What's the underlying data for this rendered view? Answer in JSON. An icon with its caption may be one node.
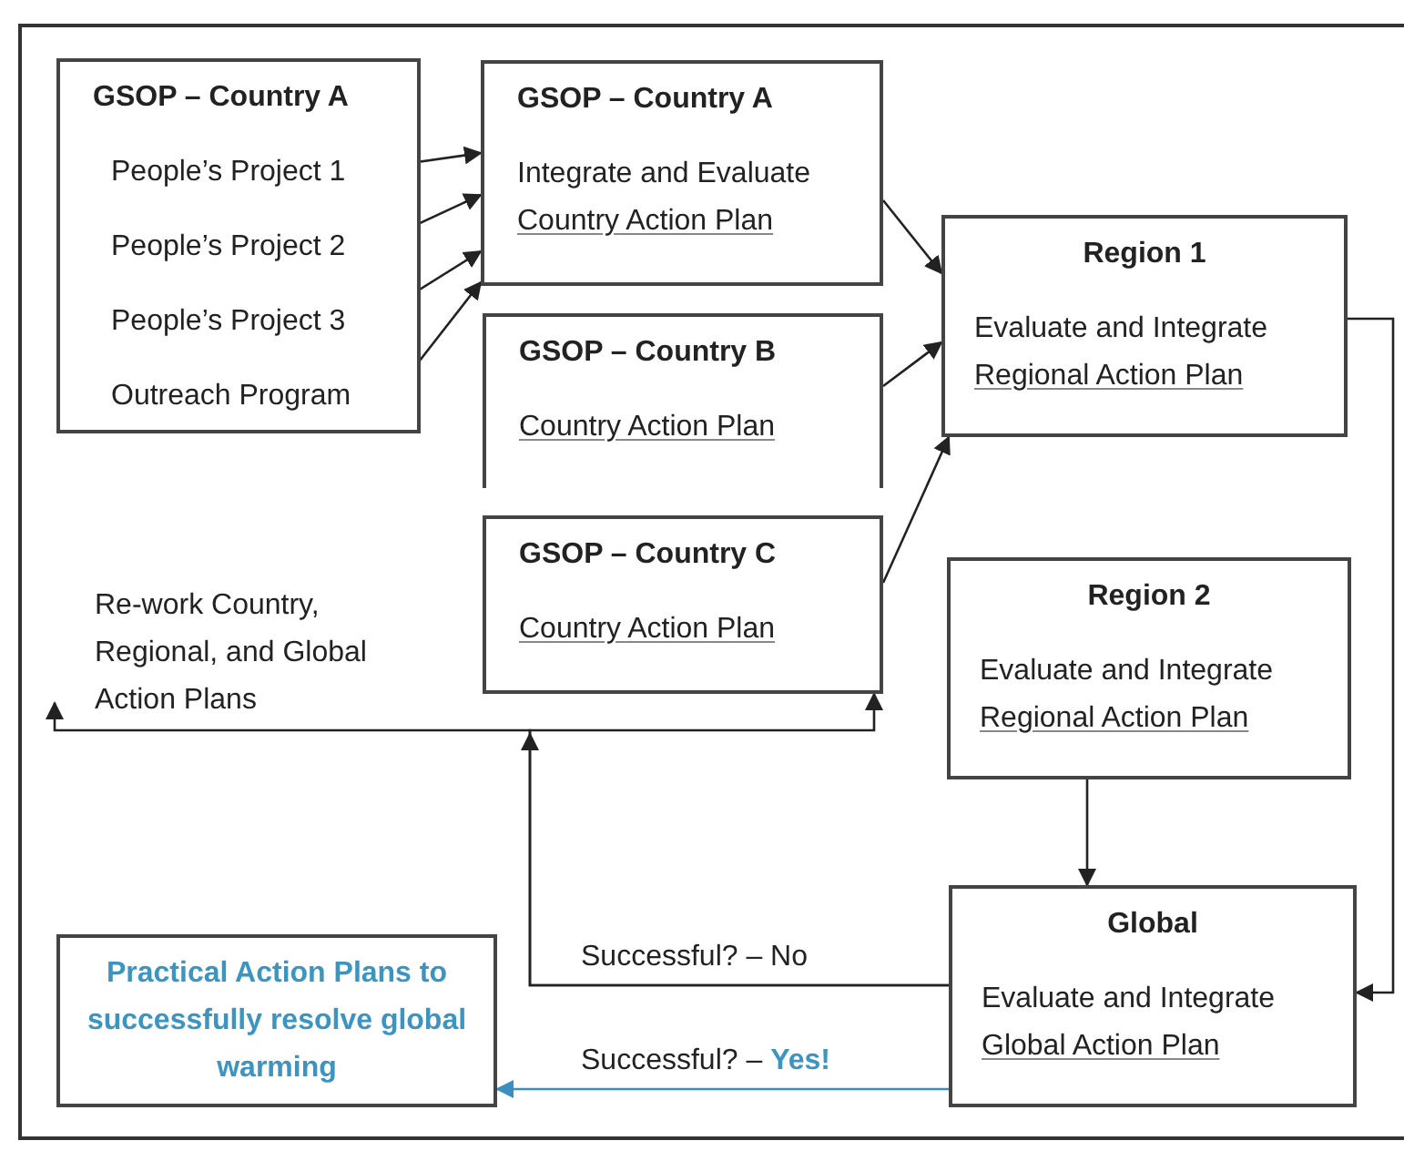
{
  "diagram": {
    "nodes": [
      {
        "text": [
          "GSOP – Country A"
        ]
      },
      {
        "text": [
          "People’s Project 1"
        ],
        "in": 0
      },
      {
        "text": [
          "People’s Project 2"
        ],
        "in": 0
      },
      {
        "text": [
          "People’s Project 3"
        ],
        "in": 0
      },
      {
        "text": [
          "Outreach Program"
        ],
        "in": 0
      },
      {
        "text": [
          "GSOP – Country A",
          "Integrate and Evaluate",
          "Country Action Plan"
        ]
      },
      {
        "text": [
          "GSOP – Country B",
          "Country Action Plan"
        ]
      },
      {
        "text": [
          "GSOP – Country C",
          "Country Action Plan"
        ]
      },
      {
        "text": [
          "Region 1",
          "Evaluate and Integrate",
          "Regional Action Plan"
        ]
      },
      {
        "text": [
          "Region 2",
          "Evaluate and Integrate",
          "Regional Action Plan"
        ]
      },
      {
        "text": [
          "Re-work Country, Regional, and Global Action Plans"
        ]
      },
      {
        "text": [
          "Global",
          "Evaluate and Integrate",
          "Global Action Plan"
        ]
      },
      {
        "text": [
          "Practical Action Plans to successfully resolve global warming"
        ]
      }
    ],
    "edges": [
      {
        "from": 1,
        "to": 5,
        "arrow": "to"
      },
      {
        "from": 2,
        "to": 5,
        "arrow": "to"
      },
      {
        "from": 3,
        "to": 5,
        "arrow": "to"
      },
      {
        "from": 4,
        "to": 5,
        "arrow": "to"
      },
      {
        "from": 5,
        "to": 8,
        "arrow": "to"
      },
      {
        "from": 6,
        "to": 8,
        "arrow": "to"
      },
      {
        "from": 7,
        "to": 8,
        "arrow": "to"
      },
      {
        "from": 8,
        "to": 11,
        "arrow": "to"
      },
      {
        "from": 9,
        "to": 11,
        "arrow": "to"
      },
      {
        "from": 11,
        "to": 10,
        "arrow": "to",
        "label": "Successful? – No"
      },
      {
        "from": 11,
        "to": 7,
        "arrow": "to"
      },
      {
        "from": 11,
        "to": 12,
        "arrow": "to",
        "label": "Successful? – **Yes!**",
        "color": "#3a8fc0"
      }
    ]
  }
}
